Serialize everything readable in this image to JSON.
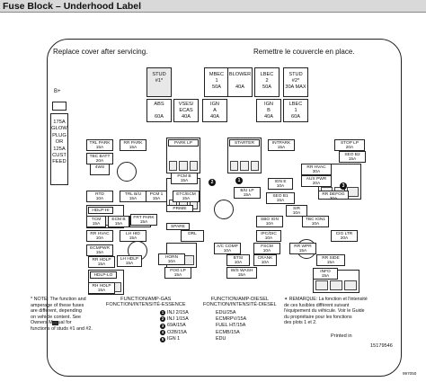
{
  "header": {
    "title": "Fuse Block – Underhood Label"
  },
  "instructions": {
    "en": "Replace cover after servicing.",
    "fr": "Remettre le couvercle en place."
  },
  "top_maxi": [
    {
      "label": "STUD\n#1*",
      "shaded": true
    },
    {
      "label": "MBEC\n1\n50A"
    },
    {
      "label": "BLOWER\n\n40A"
    },
    {
      "label": "LBEC\n2\n50A"
    },
    {
      "label": "STUD\n#2*\n30A MAX"
    }
  ],
  "second_maxi": [
    {
      "label": "ABS\n\n60A"
    },
    {
      "label": "VSES/\nECAS\n40A"
    },
    {
      "label": "IGN\nA\n40A"
    },
    {
      "label": "IGN\nB\n40A"
    },
    {
      "label": "LBEC\n1\n60A"
    }
  ],
  "left_side": {
    "bplus": "B+",
    "glow": "175A\nGLOW\nPLUG\nOR\n125A\nCUST\nFEED"
  },
  "fuses": [
    "TRL PARK\n15A",
    "RR PARK\n15A",
    "PARK LP",
    "STARTER",
    "INTPARK\n15A",
    "STOP LP\n20A",
    "TBC BATT\n20A",
    "4WS\n",
    "PCM B\n15A",
    "RR HVAC\n30A",
    "AUX PWR\n20A",
    "SEO B2\n15A",
    "RTD\n10A",
    "TRL B/U\n15A",
    "PCM 1\n15A",
    "ETC/ECM\n15A",
    "IGN E\n10A",
    "SEO B1\n15A",
    "B/U LP\n15A",
    "RR DEFOG\n30A",
    "TCM\n15A",
    "ECM B\n15A",
    "O2 B\n15A",
    "FRT PARK\n15A",
    "HDLP-HI",
    "PRIME",
    "SPARE",
    "SIR\n10A",
    "TBC IGN1\n10A",
    "SBO IGN\n10A",
    "RR HVAC\n10A",
    "LH HID\n15A",
    "DRL",
    "IPC/DIC\n10A",
    "RR WPR\n15A",
    "CIG LTR\n20A",
    "A/C COMP\n10A",
    "FSCM\n10A",
    "ECMPWR\n15A",
    "HORN\n10A",
    "BTSI\n10A",
    "CRANK\n10A",
    "INFO\n15A",
    "RR HDLP\n15A",
    "LH HDLP\n15A",
    "W/S WASH\n15A",
    "FOG LP\n15A",
    "RR SIDE\n15A",
    "HDLP-LO",
    "RH HDLP\n15A"
  ],
  "circuits": {
    "c1": "1",
    "c2": "2",
    "c3": "3"
  },
  "notes": {
    "en": "* NOTE: The function and\namperage of these fuses\nare different, depending\non vehicle content. See\nOwners Manual for\nfunctions of studs #1 and #2.",
    "fr": "✶ REMARQUE: La fonction et l'intensité\nde ces fusibles diffèrent suivant\nl'équipement du véhicule. Voir le Guide\ndu propriétaire pour les fonctions\ndes plots 1 et 2."
  },
  "legend": {
    "gas_title": "FUNCTION/AMP-GAS\nFONCTION/INTENSITÉ-ESSENCE",
    "diesel_title": "FUNCTION/AMP-DIESEL\nFONCTION/INTENSITÉ-DIESEL",
    "gas": [
      "INJ 2/15A",
      "INJ 1/15A",
      "69A/15A",
      "O2B/15A",
      "IGN 1"
    ],
    "diesel": [
      "EDU/25A",
      "ECMRPV/15A",
      "FUEL HT/15A",
      "ECMB/15A",
      "EDU"
    ],
    "markers": [
      "1",
      "2",
      "3",
      "4",
      "5"
    ]
  },
  "footer": {
    "printed": "Printed in",
    "part": "15179546",
    "code": "997050"
  }
}
